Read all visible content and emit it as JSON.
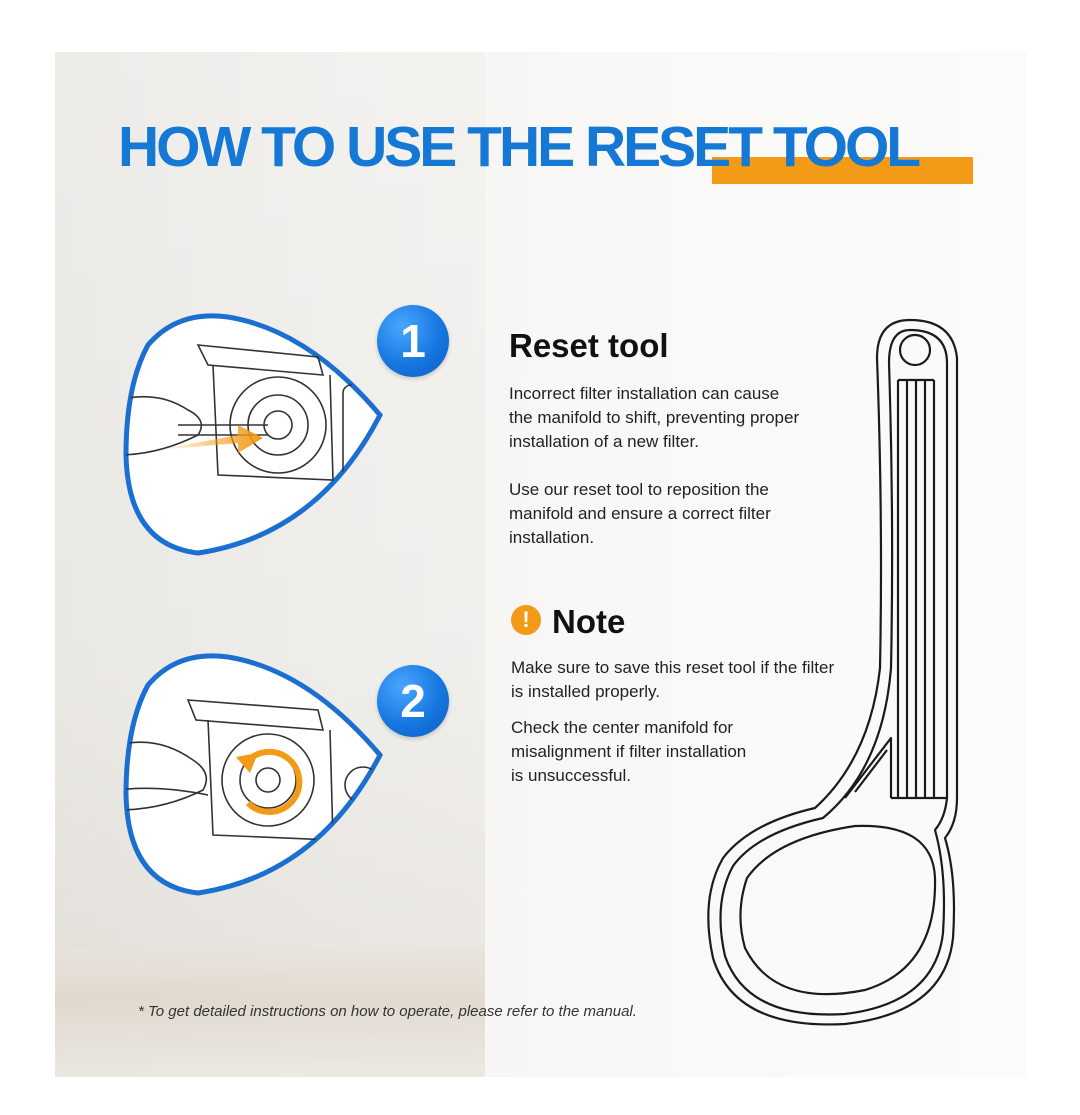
{
  "title": "HOW TO USE THE RESET TOOL",
  "steps": [
    {
      "number": "1"
    },
    {
      "number": "2"
    }
  ],
  "reset_tool": {
    "heading": "Reset tool",
    "lines_1": [
      "Incorrect filter installation can cause",
      "the manifold to shift, preventing proper",
      "installation of a new filter."
    ],
    "lines_2": [
      "Use our reset tool to reposition the",
      "manifold and ensure a correct filter",
      "installation."
    ]
  },
  "note": {
    "icon": "exclamation-icon",
    "heading": "Note",
    "lines_1": [
      "Make sure to save this reset tool if the filter",
      "is installed properly."
    ],
    "lines_2": [
      "Check the center manifold for",
      "misalignment if filter installation",
      "is unsuccessful."
    ]
  },
  "footnote": "*  To get detailed instructions on how to operate, please refer to the manual.",
  "colors": {
    "accent_blue": "#1478d4",
    "accent_orange": "#f39a16"
  }
}
